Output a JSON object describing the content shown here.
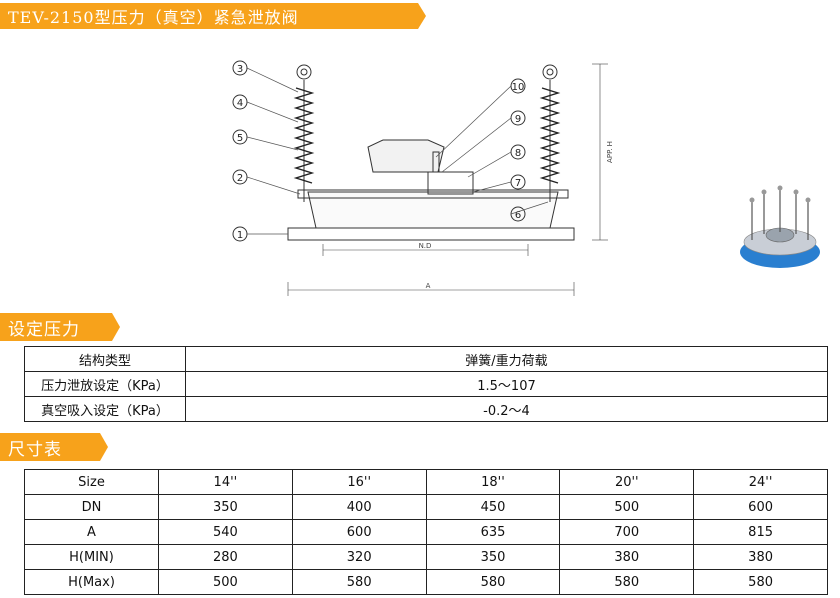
{
  "title": "TEV-2150型压力（真空）紧急泄放阀",
  "drawing": {
    "callouts": [
      "1",
      "2",
      "3",
      "4",
      "5",
      "6",
      "7",
      "8",
      "9",
      "10"
    ],
    "dim_nd": "N.D",
    "dim_a": "A",
    "dim_h": "APP. H"
  },
  "settings": {
    "section_title": "设定压力",
    "rows": [
      {
        "label": "结构类型",
        "value": "弹簧/重力荷载"
      },
      {
        "label": "压力泄放设定（KPa）",
        "value": "1.5～107"
      },
      {
        "label": "真空吸入设定（KPa）",
        "value": "-0.2～4"
      }
    ]
  },
  "dimensions": {
    "section_title": "尺寸表",
    "header": [
      "Size",
      "14''",
      "16''",
      "18''",
      "20''",
      "24''"
    ],
    "rows": [
      [
        "DN",
        "350",
        "400",
        "450",
        "500",
        "600"
      ],
      [
        "A",
        "540",
        "600",
        "635",
        "700",
        "815"
      ],
      [
        "H(MIN)",
        "280",
        "320",
        "350",
        "380",
        "380"
      ],
      [
        "H(Max)",
        "500",
        "580",
        "580",
        "580",
        "580"
      ]
    ]
  },
  "colors": {
    "banner": "#f7a21b",
    "photo_flange": "#2a7fd0"
  }
}
